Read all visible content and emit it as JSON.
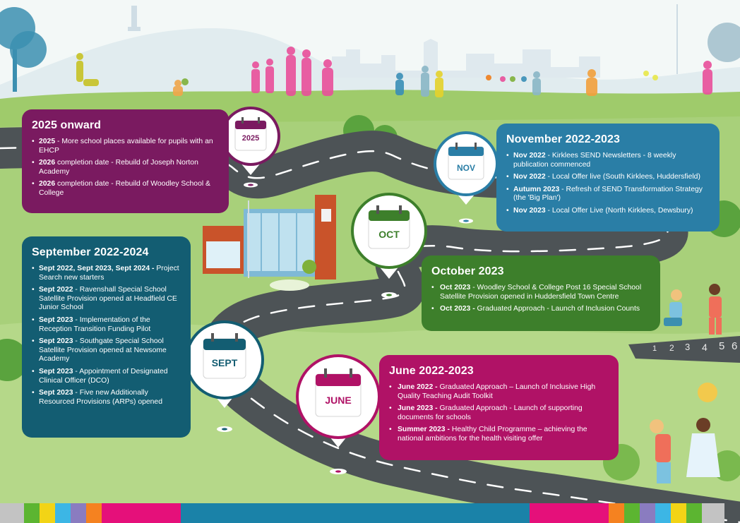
{
  "colors": {
    "plum": "#7a1a60",
    "teal": "#135d72",
    "blue": "#2a7ea6",
    "green": "#3d7f2b",
    "magenta": "#b01266"
  },
  "markers": {
    "m2025": "2025",
    "nov": "NOV",
    "oct": "OCT",
    "sept": "SEPT",
    "june": "JUNE"
  },
  "panels": {
    "p2025": {
      "title": "2025 onward",
      "items": [
        {
          "bold": "2025",
          "text": " - More school places available for pupils with an EHCP"
        },
        {
          "bold": "2026",
          "text": " completion date  - Rebuild of Joseph Norton Academy"
        },
        {
          "bold": "2026",
          "text": " completion date - Rebuild of Woodley School & College"
        }
      ]
    },
    "sept": {
      "title": "September 2022-2024",
      "items": [
        {
          "bold": "Sept 2022, Sept 2023, Sept 2024 -",
          "text": " Project Search new starters"
        },
        {
          "bold": "Sept 2022",
          "text": " - Ravenshall Special School Satellite Provision opened at Headfield CE Junior School"
        },
        {
          "bold": "Sept 2023",
          "text": " - Implementation of the Reception Transition Funding Pilot"
        },
        {
          "bold": "Sept 2023",
          "text": " - Southgate Special School Satellite Provision opened at Newsome Academy"
        },
        {
          "bold": "Sept 2023",
          "text": " - Appointment of Designated Clinical Officer (DCO)"
        },
        {
          "bold": "Sept 2023",
          "text": " - Five new Additionally Resourced Provisions (ARPs) opened"
        }
      ]
    },
    "nov": {
      "title": "November 2022-2023",
      "items": [
        {
          "bold": "Nov 2022",
          "text": " - Kirklees SEND Newsletters - 8 weekly publication commenced"
        },
        {
          "bold": "Nov 2022",
          "text": " - Local Offer live (South Kirklees, Huddersfield)"
        },
        {
          "bold": "Autumn 2023",
          "text": " - Refresh of SEND Transformation Strategy (the 'Big Plan')"
        },
        {
          "bold": "Nov 2023",
          "text": " - Local Offer Live (North Kirklees, Dewsbury)"
        }
      ]
    },
    "oct": {
      "title": "October 2023",
      "items": [
        {
          "bold": "Oct 2023",
          "text": " - Woodley School & College Post 16 Special School Satellite Provision opened in Huddersfield Town Centre"
        },
        {
          "bold": "Oct 2023 -",
          "text": " Graduated Approach - Launch of Inclusion Counts"
        }
      ]
    },
    "june": {
      "title": "June 2022-2023",
      "items": [
        {
          "bold": "June 2022 -",
          "text": " Graduated Approach – Launch of Inclusive High Quality Teaching Audit Toolkit"
        },
        {
          "bold": "June 2023 -",
          "text": " Graduated Approach - Launch of supporting documents for schools"
        },
        {
          "bold": "Summer 2023 -",
          "text": " Healthy Child Programme – achieving the national ambitions for the health visiting offer"
        }
      ]
    }
  },
  "hopscotch": [
    "1",
    "2",
    "3",
    "4",
    "5",
    "6"
  ]
}
